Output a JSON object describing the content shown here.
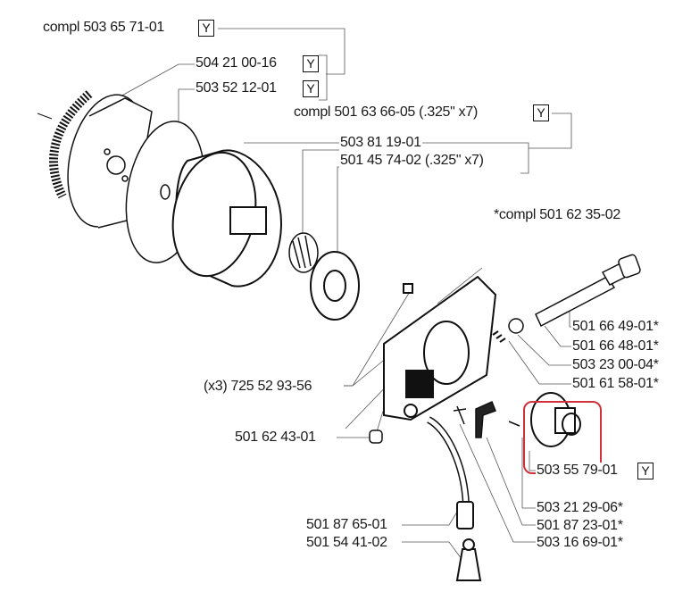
{
  "labels": {
    "clutch_compl": "compl 503 65 71-01",
    "spring": "504 21 00-16",
    "washer": "503 52 12-01",
    "drum_compl": "compl 501 63 66-05 (.325\" x7)",
    "needle_bearing": "503 81 19-01",
    "rim_sprocket": "501 45 74-02 (.325\" x7)",
    "pump_compl": "*compl 501 62 35-02",
    "p1": "501 66 49-01*",
    "p2": "501 66 48-01*",
    "p3": "503 23 00-04*",
    "p4": "501 61 58-01*",
    "screws": "(x3) 725 52 93-56",
    "nut": "501 62 43-01",
    "highlighted_part": "503 55 79-01",
    "p5": "503 21 29-06*",
    "p6": "501 87 23-01*",
    "p7": "503 16 69-01*",
    "hose": "501 87 65-01",
    "filter": "501 54 41-02"
  },
  "badge": "Y",
  "colors": {
    "highlight": "#d0313a",
    "line": "#111111"
  }
}
